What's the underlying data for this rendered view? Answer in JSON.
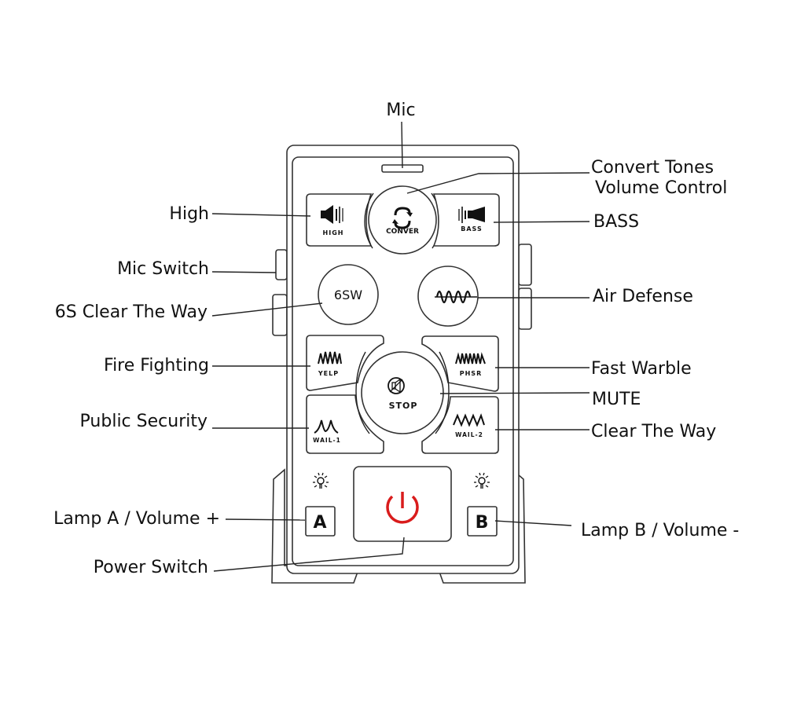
{
  "diagram": {
    "title_labels": {
      "mic": "Mic",
      "convert_tones_line1": "Convert Tones",
      "convert_tones_line2": "Volume Control",
      "high": "High",
      "bass": "BASS",
      "mic_switch": "Mic Switch",
      "six_s_clear": "6S Clear The Way",
      "air_defense": "Air Defense",
      "fire_fighting": "Fire Fighting",
      "fast_warble": "Fast Warble",
      "mute": "MUTE",
      "public_security": "Public Security",
      "clear_the_way": "Clear The Way",
      "lamp_a": "Lamp A / Volume +",
      "lamp_b": "Lamp B / Volume -",
      "power_switch": "Power Switch"
    },
    "buttons": {
      "high": "HIGH",
      "conver": "CONVER",
      "bass": "BASS",
      "six_s": "6SW",
      "yelp": "YELP",
      "phsr": "PHSR",
      "stop": "STOP",
      "wail1": "WAIL-1",
      "wail2": "WAIL-2",
      "lamp_a": "A",
      "lamp_b": "B"
    },
    "colors": {
      "power_icon": "#d91c1c",
      "outline": "#333333"
    }
  }
}
